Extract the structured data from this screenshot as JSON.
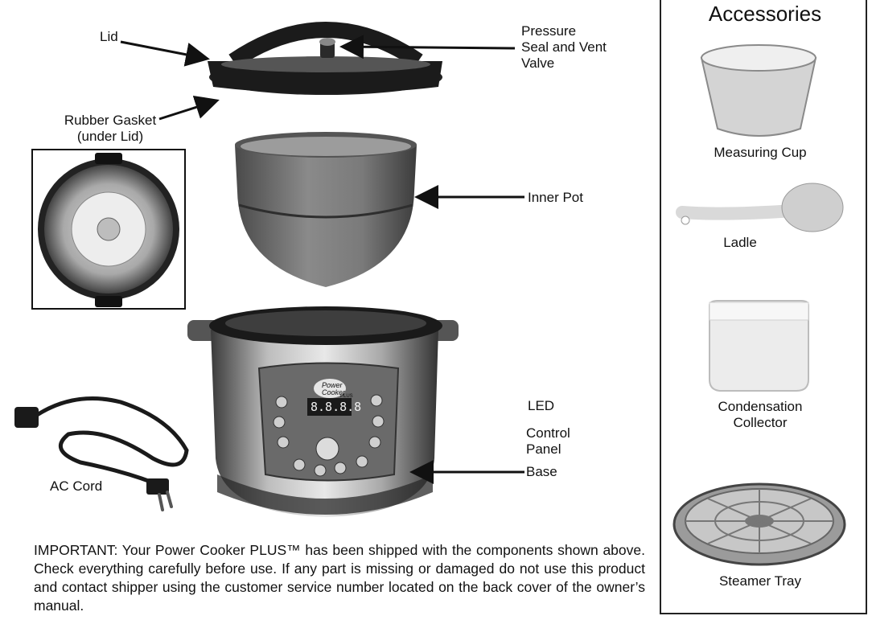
{
  "labels": {
    "lid": "Lid",
    "pressure_valve_1": "Pressure",
    "pressure_valve_2": "Seal and Vent",
    "pressure_valve_3": "Valve",
    "gasket_1": "Rubber Gasket",
    "gasket_2": "(under Lid)",
    "inner_pot": "Inner Pot",
    "led": "LED",
    "control_panel_1": "Control",
    "control_panel_2": "Panel",
    "base": "Base",
    "ac_cord": "AC Cord"
  },
  "product": {
    "brand_1": "Power",
    "brand_2": "Cooker",
    "brand_3": "PLUS",
    "display": "8.8.8.8"
  },
  "accessories": {
    "title": "Accessories",
    "measuring_cup": "Measuring Cup",
    "ladle": "Ladle",
    "condensation_1": "Condensation",
    "condensation_2": "Collector",
    "steamer_tray": "Steamer Tray"
  },
  "important_text": "IMPORTANT: Your Power Cooker PLUS™ has been shipped with the components shown above. Check everything carefully before use. If any part is missing or damaged do not use this product and contact shipper using the customer service number located on the back cover of the owner’s manual."
}
